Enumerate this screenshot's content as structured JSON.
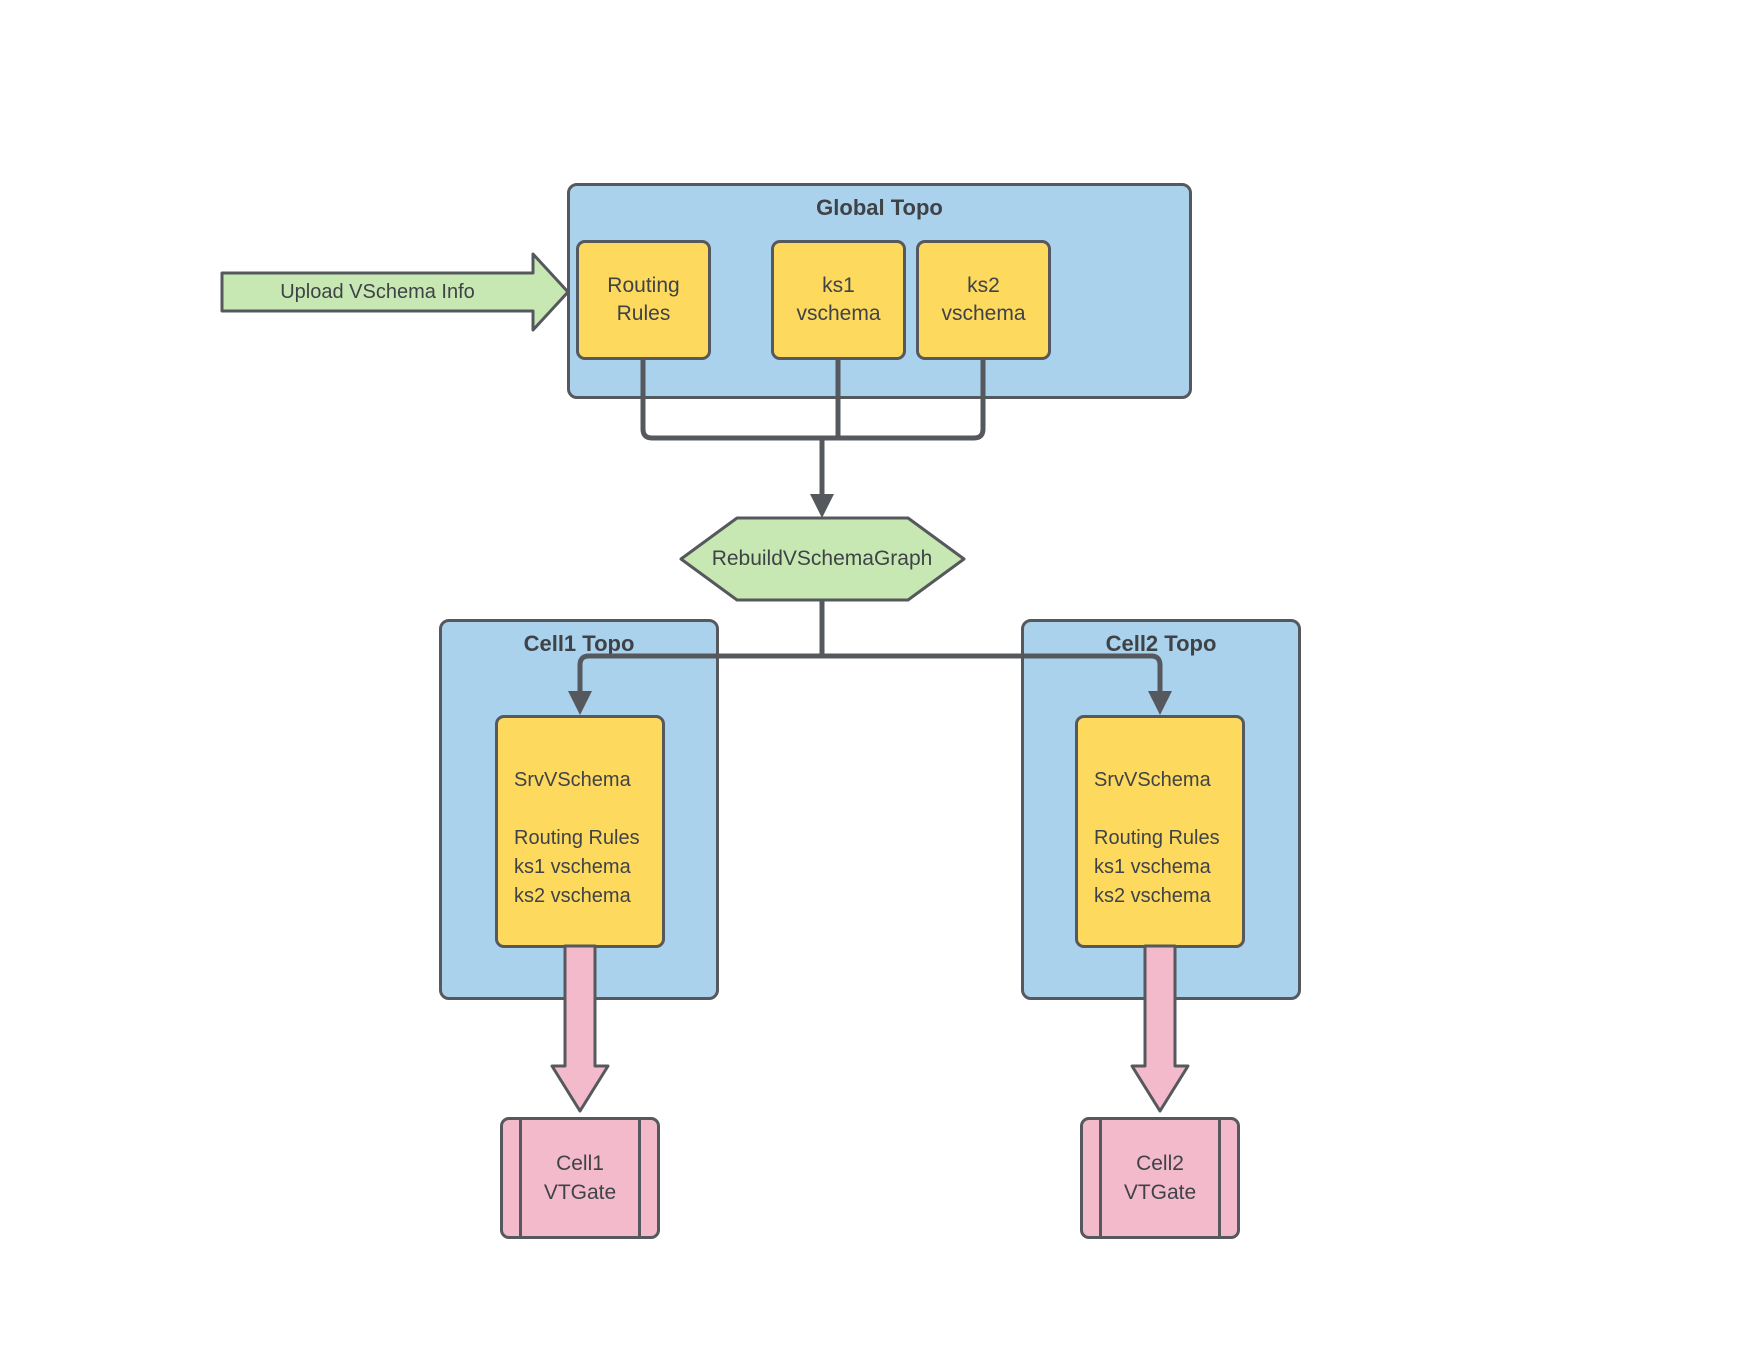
{
  "diagram": {
    "upload_arrow": {
      "label": "Upload VSchema Info"
    },
    "global_topo": {
      "title": "Global Topo",
      "nodes": [
        {
          "line1": "Routing",
          "line2": "Rules"
        },
        {
          "line1": "ks1",
          "line2": "vschema"
        },
        {
          "line1": "ks2",
          "line2": "vschema"
        }
      ]
    },
    "rebuild_step": {
      "label": "RebuildVSchemaGraph"
    },
    "cells": [
      {
        "title": "Cell1 Topo",
        "srv_vschema_lines": [
          "SrvVSchema",
          "",
          "Routing Rules",
          "ks1 vschema",
          "ks2 vschema"
        ],
        "vtgate": {
          "line1": "Cell1",
          "line2": "VTGate"
        }
      },
      {
        "title": "Cell2 Topo",
        "srv_vschema_lines": [
          "SrvVSchema",
          "",
          "Routing Rules",
          "ks1 vschema",
          "ks2 vschema"
        ],
        "vtgate": {
          "line1": "Cell2",
          "line2": "VTGate"
        }
      }
    ],
    "colors": {
      "container_blue": "#abd2ec",
      "node_yellow": "#fdd95e",
      "accent_green": "#c7e8b3",
      "accent_pink": "#f3bacc",
      "stroke_gray": "#55585c",
      "text_dark": "#3f4347"
    }
  }
}
